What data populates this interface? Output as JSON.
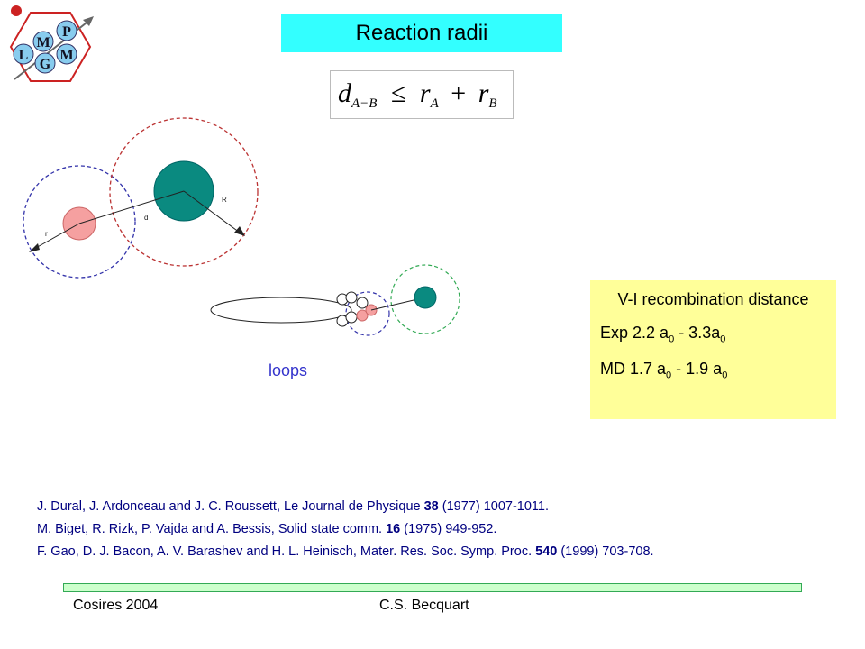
{
  "slide": {
    "title": "Reaction radii",
    "formula": {
      "lhs_var": "d",
      "lhs_sub": "A−B",
      "relation": "≤",
      "term1_var": "r",
      "term1_sub": "A",
      "plus": "+",
      "term2_var": "r",
      "term2_sub": "B"
    },
    "diagram_labels": {
      "small_radius": "r",
      "distance": "d",
      "large_radius": "R"
    },
    "loops_label": "loops",
    "vi_box": {
      "title": "V-I recombination distance",
      "exp_label": "Exp 2.2 a",
      "exp_sub": "0",
      "exp_sep": " - 3.3a",
      "exp_sub2": "0",
      "md_label": "MD 1.7 a",
      "md_sub": "0",
      "md_sep": " - 1.9 a",
      "md_sub2": "0"
    },
    "references": [
      {
        "pre": "J. Dural, J. Ardonceau and J. C. Roussett, Le Journal de Physique ",
        "bold": "38",
        "post": " (1977) 1007-1011."
      },
      {
        "pre": "M. Biget, R. Rizk, P. Vajda and A. Bessis, Solid state comm. ",
        "bold": "16",
        "post": " (1975) 949-952."
      },
      {
        "pre": "F. Gao, D. J. Bacon, A. V. Barashev and H. L. Heinisch, Mater. Res. Soc. Symp. Proc. ",
        "bold": "540",
        "post": " (1999) 703-708."
      }
    ],
    "footer": {
      "left": "Cosires 2004",
      "right": "C.S. Becquart"
    },
    "logo": {
      "letters": [
        "L",
        "M",
        "G",
        "P",
        "M"
      ]
    },
    "colors": {
      "title_bg": "#33ffff",
      "vi_bg": "#ffff99",
      "ref_text": "#000080",
      "loops_text": "#3333cc",
      "teal": "#0a8a80",
      "pink": "#f5a0a0"
    }
  }
}
